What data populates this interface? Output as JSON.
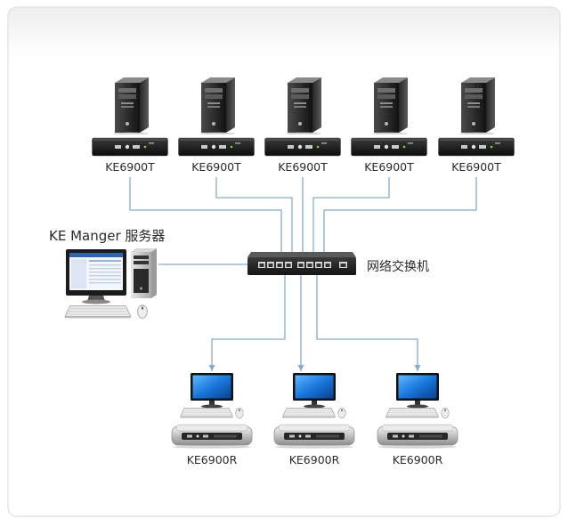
{
  "transmitters": [
    {
      "label": "KE6900T"
    },
    {
      "label": "KE6900T"
    },
    {
      "label": "KE6900T"
    },
    {
      "label": "KE6900T"
    },
    {
      "label": "KE6900T"
    }
  ],
  "server": {
    "label": "KE Manger 服务器"
  },
  "switch": {
    "label": "网络交换机"
  },
  "receivers": [
    {
      "label": "KE6900R"
    },
    {
      "label": "KE6900R"
    },
    {
      "label": "KE6900R"
    }
  ],
  "colors": {
    "connector": "#86aacb",
    "screen": "#1a78dc"
  }
}
